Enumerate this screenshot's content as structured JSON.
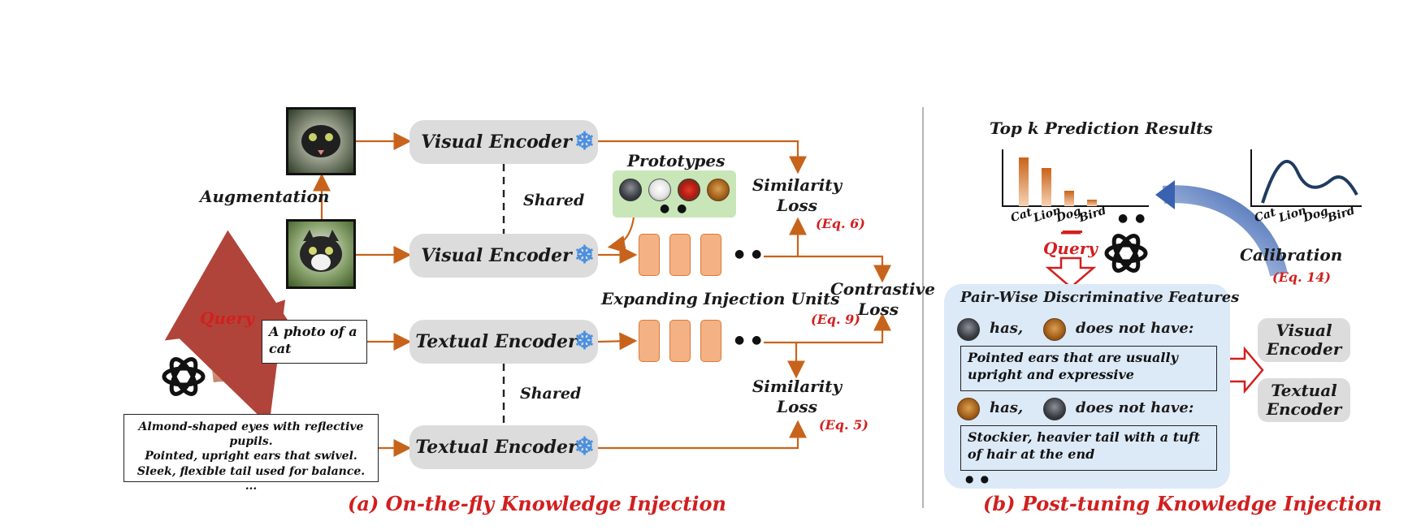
{
  "left_panel": {
    "caption": "(a) On-the-fly Knowledge Injection",
    "augmentation_label": "Augmentation",
    "visual_encoder_top": "Visual Encoder",
    "visual_encoder_bottom": "Visual Encoder",
    "textual_encoder_top": "Textual Encoder",
    "textual_encoder_bottom": "Textual Encoder",
    "shared_top": "Shared",
    "shared_bottom": "Shared",
    "prototypes_label": "Prototypes",
    "prototypes_more": "● ●",
    "injection_units_label": "Expanding Injection Units",
    "units_more": "● ●",
    "similarity_loss_top": "Similarity Loss",
    "similarity_loss_bottom": "Similarity Loss",
    "contrastive_loss": "Contrastive Loss",
    "eq_6": "(Eq. 6)",
    "eq_9": "(Eq. 9)",
    "eq_5": "(Eq. 5)",
    "query_label": "Query",
    "prompt_text": "A photo of a cat",
    "description_lines": [
      "Almond-shaped eyes with reflective pupils.",
      "Pointed, upright ears that swivel.",
      "Sleek, flexible tail used for balance.",
      "..."
    ],
    "colors": {
      "arrow": "#c8631b",
      "encoder_bg": "#dcdcdc",
      "prototype_bg": "#c8e6b8",
      "unit_fill": "#f4b183"
    }
  },
  "right_panel": {
    "caption": "(b) Post-tuning Knowledge Injection",
    "topk_title": "Top k Prediction Results",
    "topk_more": "● ●",
    "calibration_label": "Calibration",
    "eq_14": "(Eq. 14)",
    "query_label": "Query",
    "pairwise_title": "Pair-Wise Discriminative Features",
    "row1_has": "has,",
    "row1_not": "does not have:",
    "feature_1": "Pointed ears that are usually upright and expressive",
    "row2_has": "has,",
    "row2_not": "does not have:",
    "feature_2": "Stockier, heavier tail with a tuft of hair at the end",
    "features_more": "● ●",
    "visual_encoder": "Visual Encoder",
    "textual_encoder": "Textual Encoder",
    "colors": {
      "panel_bg": "#dce9f7",
      "arrow_blue": "#3a62b0",
      "red": "#d21f1f"
    }
  },
  "chart_data": [
    {
      "type": "bar",
      "title": "Top k Prediction Results",
      "categories": [
        "Cat",
        "Lion",
        "Dog",
        "Bird"
      ],
      "values": [
        1.0,
        0.78,
        0.32,
        0.14
      ]
    },
    {
      "type": "line",
      "categories": [
        "Cat",
        "Lion",
        "Dog",
        "Bird"
      ]
    }
  ]
}
